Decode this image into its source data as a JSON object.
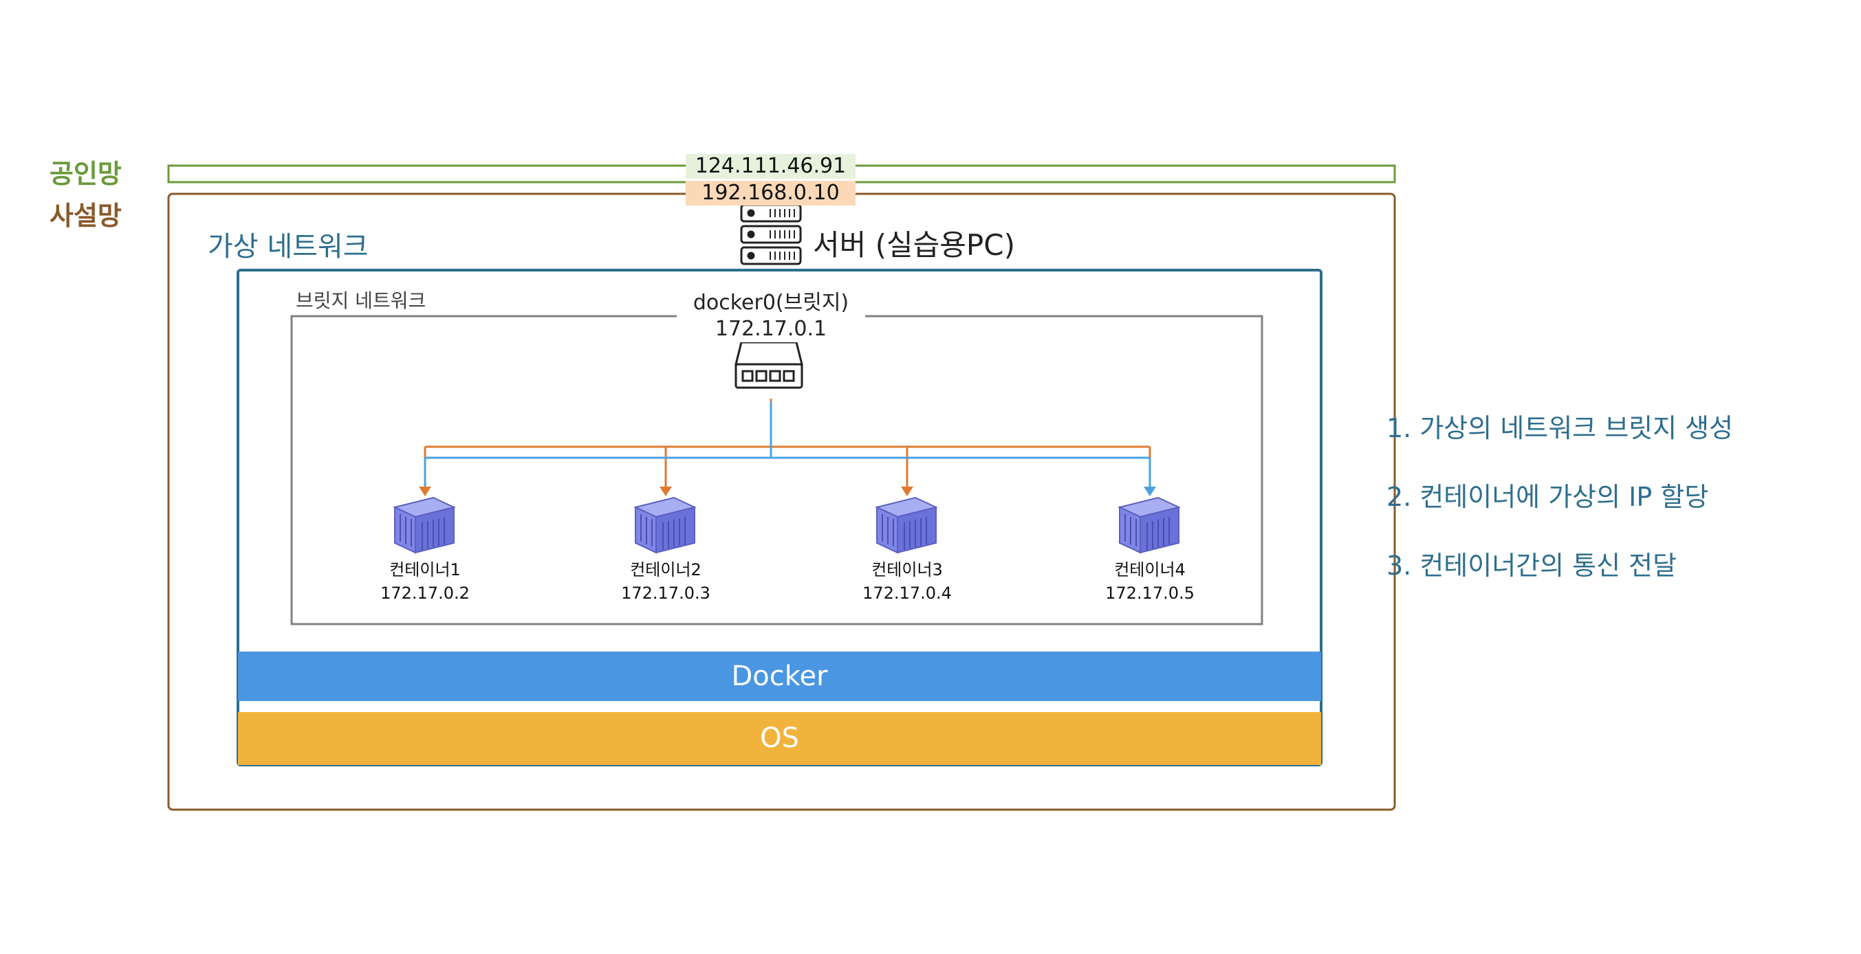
{
  "labels": {
    "public_net": "공인망",
    "private_net": "사설망",
    "virtual_network": "가상 네트워크",
    "bridge_network": "브릿지 네트워크"
  },
  "public_ip": "124.111.46.91",
  "private_ip": "192.168.0.10",
  "server": {
    "icon": "server-icon",
    "label": "서버 (실습용PC)"
  },
  "bridge": {
    "icon": "switch-icon",
    "name": "docker0(브릿지)",
    "ip": "172.17.0.1"
  },
  "containers": [
    {
      "icon": "container-icon",
      "name": "컨테이너1",
      "ip": "172.17.0.2"
    },
    {
      "icon": "container-icon",
      "name": "컨테이너2",
      "ip": "172.17.0.3"
    },
    {
      "icon": "container-icon",
      "name": "컨테이너3",
      "ip": "172.17.0.4"
    },
    {
      "icon": "container-icon",
      "name": "컨테이너4",
      "ip": "172.17.0.5"
    }
  ],
  "layers": {
    "docker": "Docker",
    "os": "OS"
  },
  "steps": [
    "1. 가상의 네트워크 브릿지 생성",
    "2. 컨테이너에 가상의 IP 할당",
    "3. 컨테이너간의 통신 전달"
  ],
  "colors": {
    "public": "#6a9a3c",
    "private": "#8a5a2b",
    "virtual": "#2e6e8e",
    "bridge_line": "#808080",
    "orange_link": "#e07a30",
    "blue_link": "#4aa3df",
    "docker_bar": "#4a96e2",
    "os_bar": "#f2b33d",
    "public_ip_bg": "#e6f2dc",
    "private_ip_bg": "#fbd9b8",
    "container_fill": "#7f86e6"
  }
}
